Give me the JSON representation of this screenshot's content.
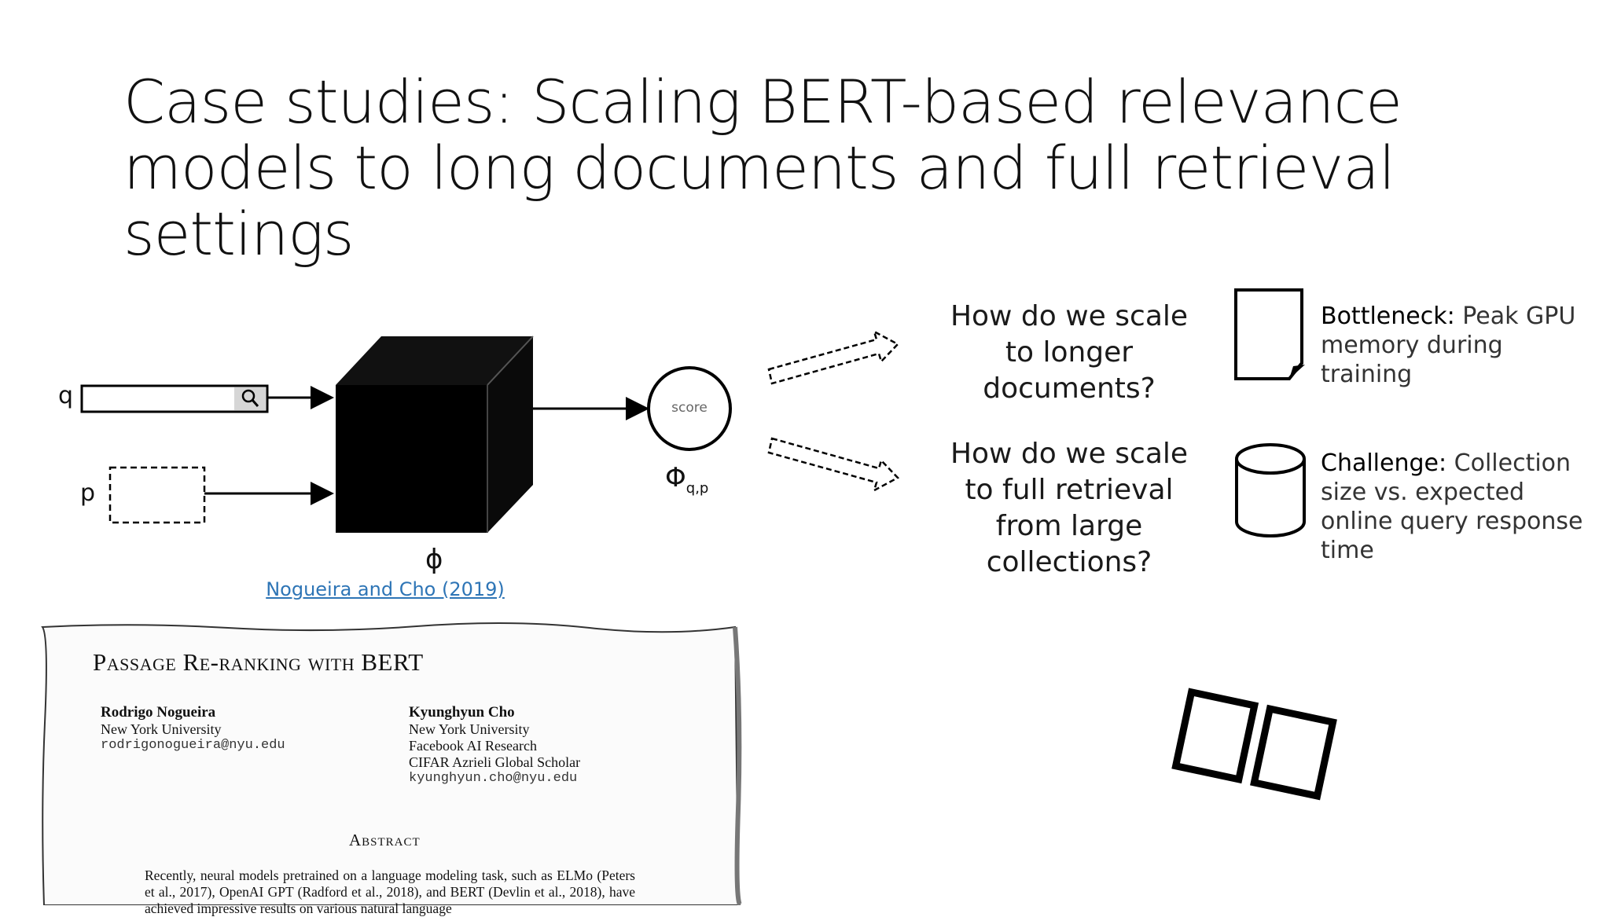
{
  "slide": {
    "title": "Case studies: Scaling BERT-based relevance models to long documents and full retrieval settings"
  },
  "diagram": {
    "q_label": "q",
    "p_label": "p",
    "model_label": "ϕ",
    "score_label": "score",
    "phi_label": "Φ",
    "phi_subscript": "q,p",
    "search_icon": "search-icon",
    "citation": "Nogueira and Cho (2019)"
  },
  "questions": [
    {
      "text": "How do we scale to longer documents?",
      "icon": "document-icon",
      "note_key": "Bottleneck:",
      "note_text": "Peak GPU memory during training"
    },
    {
      "text": "How do we scale to full retrieval from large collections?",
      "icon": "database-cylinder-icon",
      "note_key": "Challenge:",
      "note_text": "Collection size vs.  expected online query response time"
    }
  ],
  "paper": {
    "title": "Passage Re-ranking with BERT",
    "authors": [
      {
        "name": "Rodrigo Nogueira",
        "affiliations": [
          "New York University"
        ],
        "email": "rodrigonogueira@nyu.edu"
      },
      {
        "name": "Kyunghyun Cho",
        "affiliations": [
          "New York University",
          "Facebook AI Research",
          "CIFAR Azrieli Global Scholar"
        ],
        "email": "kyunghyun.cho@nyu.edu"
      }
    ],
    "abstract_heading": "Abstract",
    "abstract_text": "Recently, neural models pretrained on a language modeling task, such as ELMo (Peters et al., 2017), OpenAI GPT (Radford et al., 2018), and BERT (Devlin et al., 2018), have achieved impressive results on various natural language"
  },
  "decoration": {
    "emoji_icon": "thinking-emoji-icon"
  }
}
